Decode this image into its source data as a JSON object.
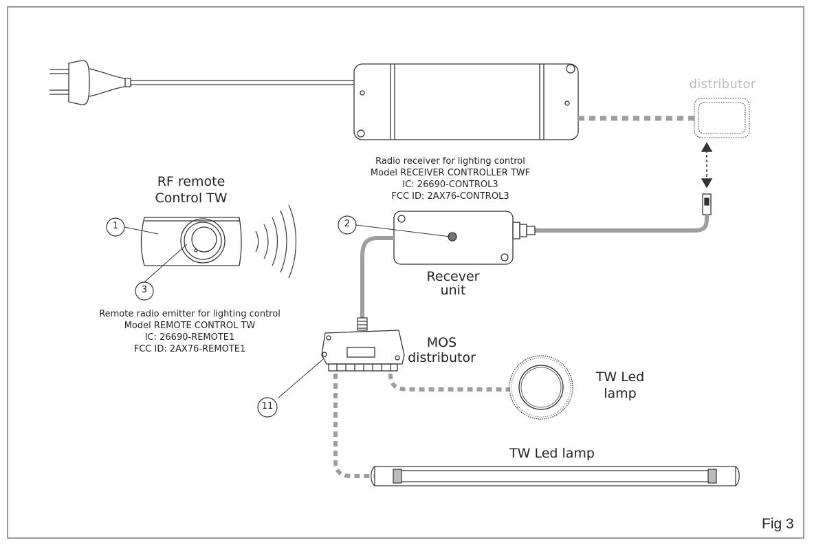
{
  "labels": {
    "distributor_top": "distributor",
    "rf_remote_title": [
      "RF remote",
      "Control TW"
    ],
    "receiver_caption": [
      "Radio receiver for lighting control",
      "Model RECEIVER CONTROLLER TWF",
      "IC: 26690-CONTROL3",
      "FCC ID: 2AX76-CONTROL3"
    ],
    "remote_caption": [
      "Remote radio emitter for lighting control",
      "Model REMOTE CONTROL TW",
      "IC: 26690-REMOTE1",
      "FCC ID: 2AX76-REMOTE1"
    ],
    "receiver_unit": [
      "Recever",
      "unit"
    ],
    "mos_distributor": [
      "MOS",
      "distributor"
    ],
    "tw_led_lamp_round": [
      "TW Led",
      "lamp"
    ],
    "tw_led_lamp_bar": "TW Led lamp",
    "figure": "Fig 3"
  },
  "callouts": [
    "1",
    "2",
    "3",
    "11"
  ],
  "colors": {
    "cable_gray": "#9e9e9e",
    "outline": "#333333",
    "frame": "#9a9a9a",
    "faint_text": "#bdbdbd"
  }
}
